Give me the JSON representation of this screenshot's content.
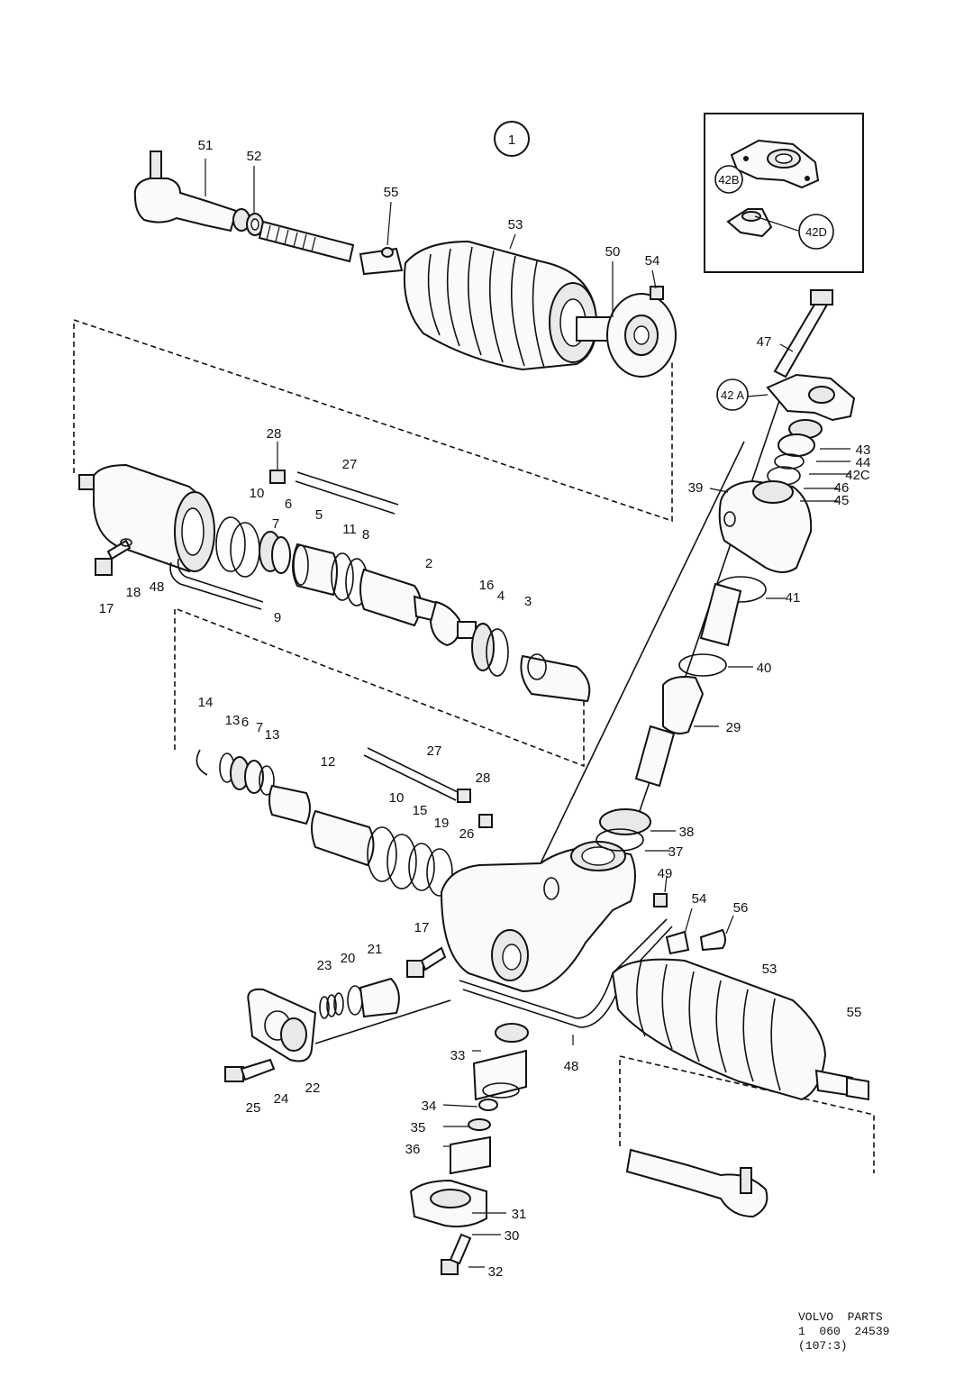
{
  "figure_number": "1",
  "inset_labels": [
    "42B",
    "42D"
  ],
  "callout_labels": [
    "42 A"
  ],
  "part_labels": [
    "51",
    "52",
    "55",
    "53",
    "50",
    "54",
    "47",
    "43",
    "44",
    "42C",
    "46",
    "45",
    "39",
    "28",
    "27",
    "10",
    "7",
    "6",
    "5",
    "11",
    "8",
    "2",
    "16",
    "4",
    "3",
    "17",
    "18",
    "48",
    "9",
    "41",
    "40",
    "29",
    "14",
    "13",
    "6",
    "7",
    "13",
    "12",
    "27",
    "28",
    "10",
    "15",
    "19",
    "26",
    "38",
    "37",
    "49",
    "54",
    "56",
    "17",
    "23",
    "20",
    "21",
    "53",
    "55",
    "33",
    "48",
    "34",
    "35",
    "36",
    "31",
    "30",
    "32",
    "25",
    "24",
    "22"
  ],
  "footer": {
    "line1": "VOLVO  PARTS",
    "line2": "1  060  24539",
    "line3": "(107:3)"
  }
}
